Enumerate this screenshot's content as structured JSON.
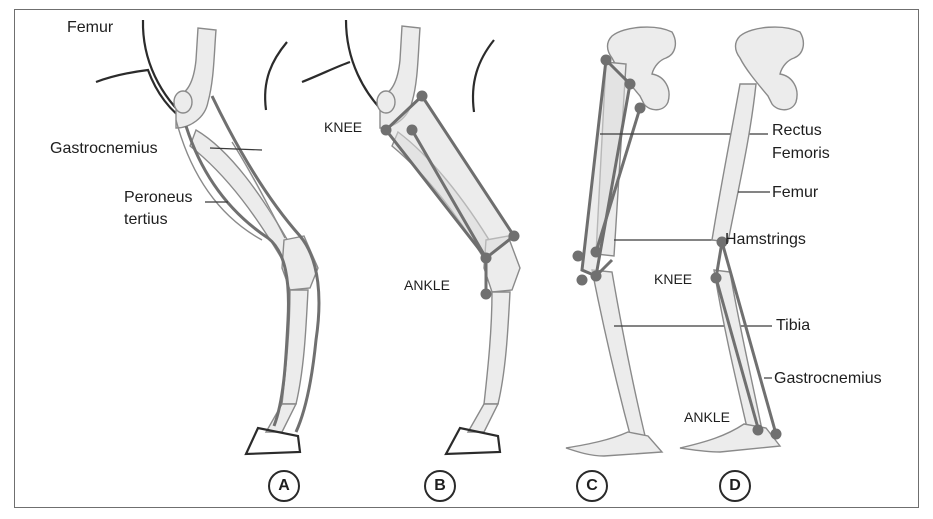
{
  "panel_a": {
    "badge": "A",
    "labels": {
      "femur": "Femur",
      "gastrocnemius": "Gastrocnemius",
      "peroneus_line1": "Peroneus",
      "peroneus_line2": "tertius"
    }
  },
  "panel_b": {
    "badge": "B",
    "labels": {
      "knee": "KNEE",
      "ankle": "ANKLE"
    }
  },
  "panel_c": {
    "badge": "C"
  },
  "panel_d": {
    "badge": "D",
    "labels": {
      "knee": "KNEE",
      "ankle": "ANKLE"
    }
  },
  "right_labels": {
    "rectus_line1": "Rectus",
    "rectus_line2": "Femoris",
    "femur": "Femur",
    "hamstrings": "Hamstrings",
    "tibia": "Tibia",
    "gastrocnemius": "Gastrocnemius"
  },
  "colors": {
    "bone_fill": "#ececec",
    "bone_stroke": "#8a8a8a",
    "muscle_stroke": "#6e6e6e",
    "node": "#707070",
    "text": "#1e1e1e"
  }
}
